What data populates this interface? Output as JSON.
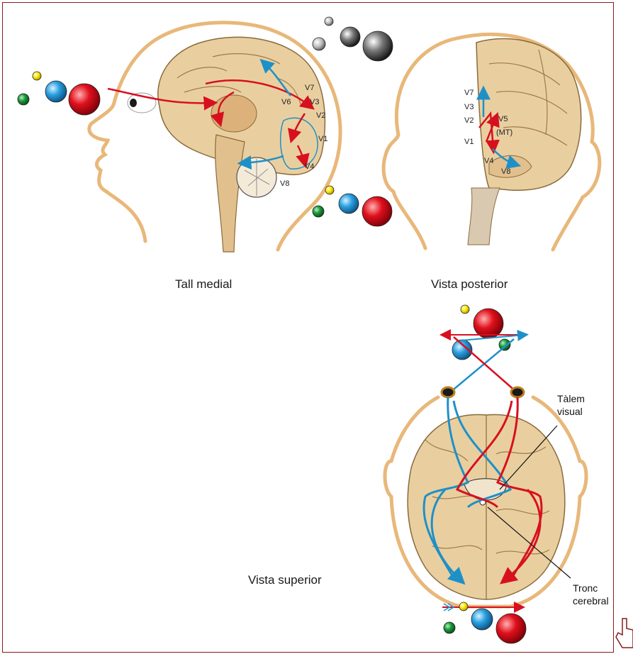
{
  "captions": {
    "medial": "Tall medial",
    "posterior": "Vista posterior",
    "superior": "Vista superior"
  },
  "medial_labels": {
    "v7": "V7",
    "v6": "V6",
    "v3": "V3",
    "v2": "V2",
    "v1": "V1",
    "v4": "V4",
    "v8": "V8"
  },
  "posterior_labels": {
    "v7": "V7",
    "v3": "V3",
    "v2": "V2",
    "v1": "V1",
    "v5": "V5",
    "mt": "(MT)",
    "v4": "V4",
    "v8": "V8"
  },
  "callouts": {
    "talem_line1": "Tàlem",
    "talem_line2": "visual",
    "tronc_line1": "Tronc",
    "tronc_line2": "cerebral"
  },
  "colors": {
    "frame": "#8b1a1a",
    "head_outline": "#e8b87a",
    "brain": "#e9cfa0",
    "red_pathway": "#d7101f",
    "blue_pathway": "#1e90c8",
    "ball_yellow": "#ffe600",
    "ball_green": "#1a9a3a",
    "ball_blue": "#2aa0e0",
    "ball_red": "#e0101c",
    "ball_gray": "#555555"
  },
  "icons": {
    "corner": "hand-pointer-icon"
  }
}
